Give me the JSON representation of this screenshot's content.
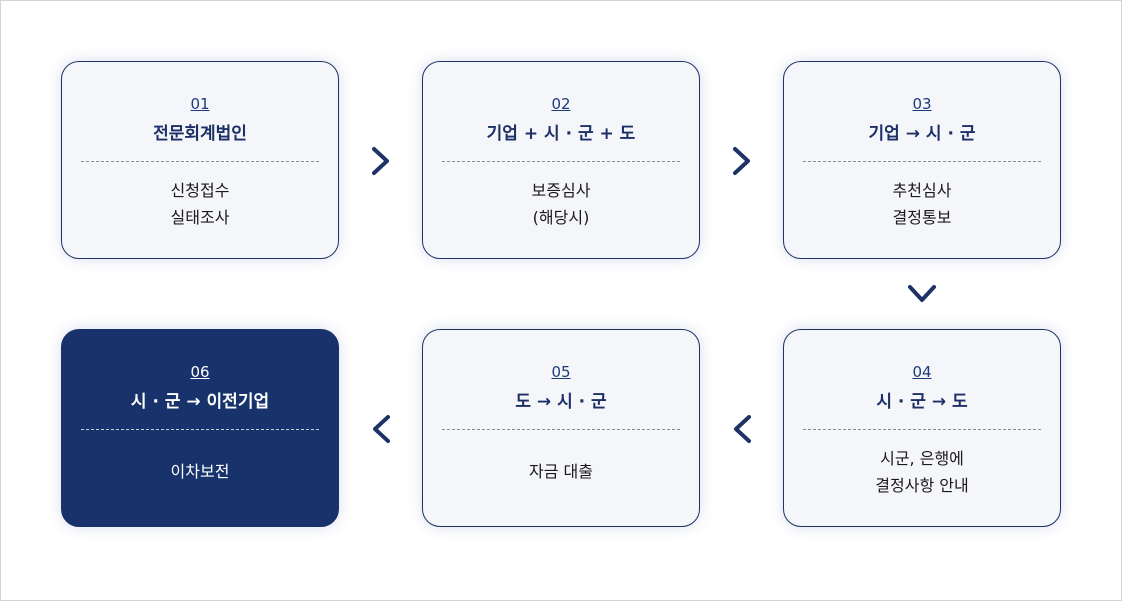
{
  "steps": [
    {
      "num": "01",
      "title": "전문회계법인",
      "lines": [
        "신청접수",
        "실태조사"
      ]
    },
    {
      "num": "02",
      "title": "기업 + 시 · 군 + 도",
      "lines": [
        "보증심사",
        "(해당시)"
      ]
    },
    {
      "num": "03",
      "title": "기업 → 시 · 군",
      "lines": [
        "추천심사",
        "결정통보"
      ]
    },
    {
      "num": "04",
      "title": "시 · 군 → 도",
      "lines": [
        "시군, 은행에",
        "결정사항 안내"
      ]
    },
    {
      "num": "05",
      "title": "도 → 시 · 군",
      "lines": [
        "자금 대출"
      ]
    },
    {
      "num": "06",
      "title": "시 · 군 → 이전기업",
      "lines": [
        "이차보전"
      ]
    }
  ],
  "colors": {
    "accent": "#18336b",
    "card_bg": "#f5f6fa",
    "arrow": "#1e3266"
  },
  "icons": {
    "right": "chevron-right-icon",
    "down": "chevron-down-icon",
    "left": "chevron-left-icon"
  }
}
